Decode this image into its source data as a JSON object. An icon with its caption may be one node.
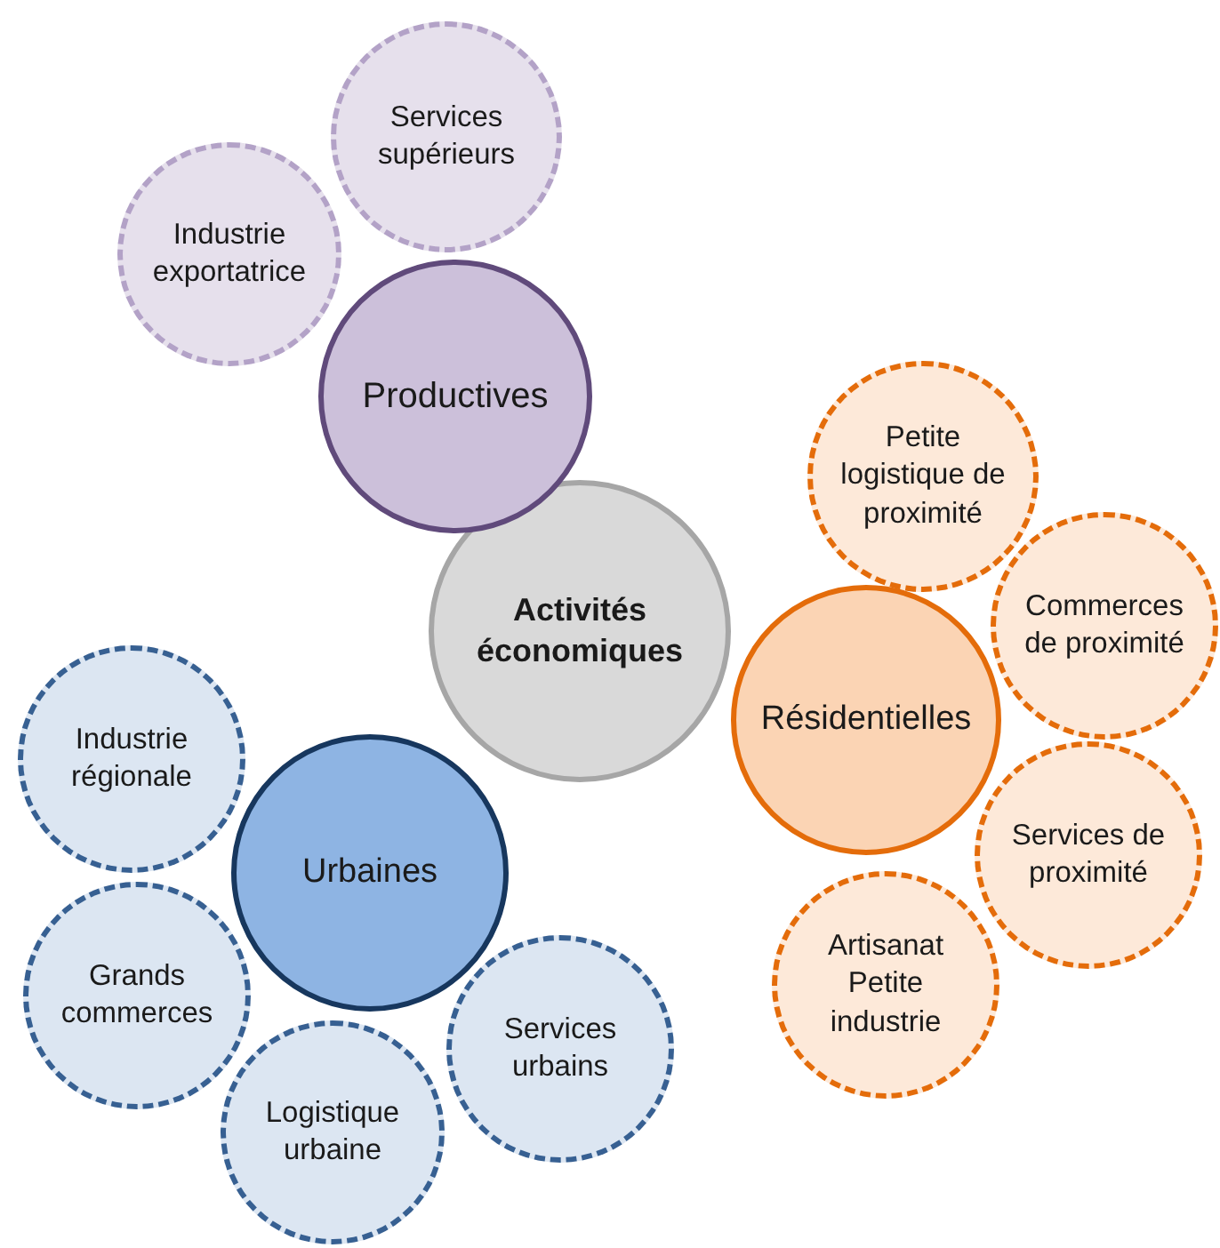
{
  "diagram": {
    "nodes": [
      {
        "text": [
          "Activités économiques"
        ]
      },
      {
        "text": [
          "Productives"
        ]
      },
      {
        "text": [
          "Industrie exportatrice"
        ]
      },
      {
        "text": [
          "Services supérieurs"
        ]
      },
      {
        "text": [
          "Résidentielles"
        ]
      },
      {
        "text": [
          "Petite logistique de proximité"
        ]
      },
      {
        "text": [
          "Commerces de proximité"
        ]
      },
      {
        "text": [
          "Services de proximité"
        ]
      },
      {
        "text": [
          "Artisanat Petite industrie"
        ]
      },
      {
        "text": [
          "Urbaines"
        ]
      },
      {
        "text": [
          "Industrie régionale"
        ]
      },
      {
        "text": [
          "Grands commerces"
        ]
      },
      {
        "text": [
          "Logistique urbaine"
        ]
      },
      {
        "text": [
          "Services urbains"
        ]
      }
    ]
  }
}
